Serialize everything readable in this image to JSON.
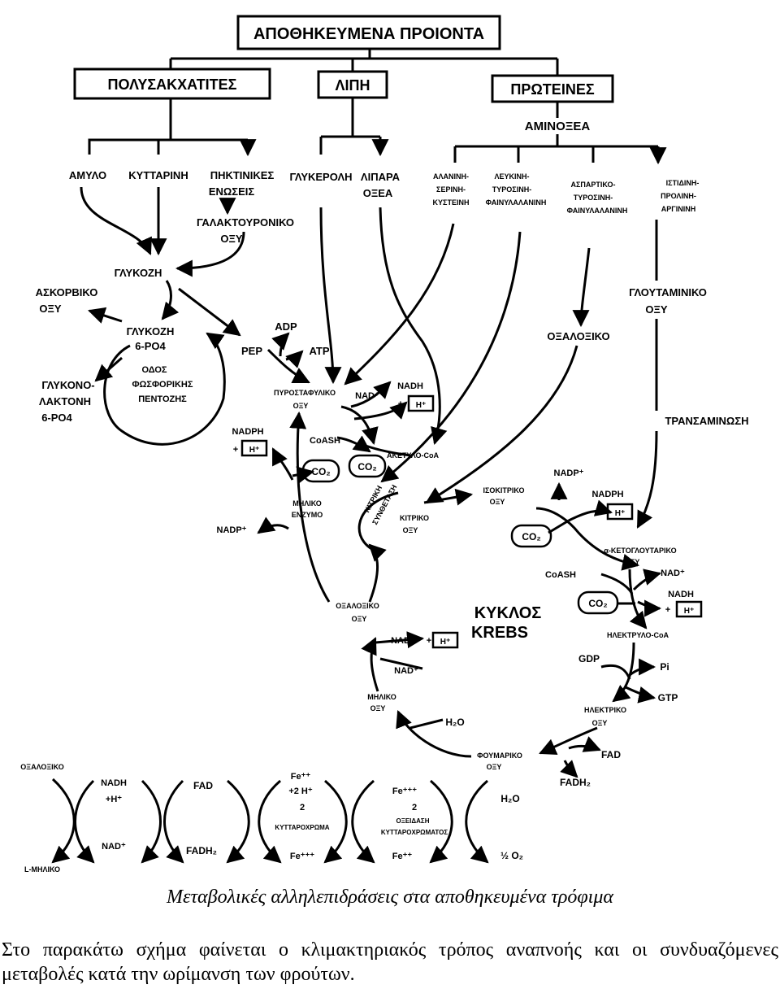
{
  "diagram": {
    "top": "ΑΠΟΘΗΚΕΥΜΕΝΑ ΠΡΟΙΟΝΤΑ",
    "groups": {
      "polysaccharides": "ΠΟΛΥΣΑΚΧΑΤΙΤΕΣ",
      "lipids": "ΛΙΠΗ",
      "proteins": "ΠΡΩΤΕΙΝΕΣ"
    },
    "aminoacids": "ΑΜΙΝΟΞΕΑ",
    "amylo": "ΑΜΥΛΟ",
    "cellulose": "ΚΥΤΤΑΡΙΝΗ",
    "pectin": [
      "ΠΗΚΤΙΝΙΚΕΣ",
      "ΕΝΩΣΕΙΣ"
    ],
    "galacturonic": [
      "ΓΑΛΑΚΤΟΥΡΟΝΙΚΟ",
      "ΟΞΥ"
    ],
    "glycerol": "ΓΛΥΚΕΡΟΛΗ",
    "fatty_acids": [
      "ΛΙΠΑΡΑ",
      "ΟΞΕΑ"
    ],
    "aa1": [
      "ΑΛΑΝΙΝΗ-",
      "ΣΕΡΙΝΗ-",
      "ΚΥΣΤΕΙΝΗ"
    ],
    "aa2": [
      "ΛΕΥΚΙΝΗ-",
      "ΤΥΡΟΣΙΝΗ-",
      "ΦΑΙΝΥΛΑΛΑΝΙΝΗ"
    ],
    "aa3": [
      "ΑΣΠΑΡΤΙΚΟ-",
      "ΤΥΡΟΣΙΝΗ-",
      "ΦΑΙΝΥΛΑΛΑΝΙΝΗ"
    ],
    "aa4": [
      "ΙΣΤΙΔΙΝΗ-",
      "ΠΡΟΛΙΝΗ-",
      "ΑΡΓΙΝΙΝΗ"
    ],
    "glucose": "ΓΛΥΚΟΖΗ",
    "ascorbic": [
      "ΑΣΚΟΡΒΙΚΟ",
      "ΟΞΥ"
    ],
    "glucose6p": [
      "ΓΛΥΚΟΖΗ",
      "6-ΡΟ4"
    ],
    "gluconolactone": [
      "ΓΛΥΚΟΝΟ-",
      "ΛΑΚΤΟΝΗ",
      "6-ΡΟ4"
    ],
    "pentose": [
      "ΟΔΟΣ",
      "ΦΩΣΦΟΡΙΚΗΣ",
      "ΠΕΝΤΟΖΗΣ"
    ],
    "pep": "PEP",
    "adp": "ADP",
    "atp": "ATP",
    "glutamic": [
      "ΓΛΟΥΤΑΜΙΝΙΚΟ",
      "ΟΞΥ"
    ],
    "oxaloacetic_top": "ΟΞΑΛΟΞΙΚΟ",
    "transamination": "ΤΡΑΝΣΑΜΙΝΩΣΗ",
    "pyruvic": [
      "ΠΥΡΟΣΤΑΦΥΛΙΚΟ",
      "ΟΞΥ"
    ],
    "nad_plus": "NAD⁺",
    "nadh": "NADH",
    "h_plus": "H⁺",
    "plus": "+",
    "coash": "CoASH",
    "co2": "CO₂",
    "acetyl_coa": "ΑΚΕΤΥΛΟ-CoA",
    "nadph": "NADPH",
    "nadp_plus": "NADP⁺",
    "malic_enzyme": [
      "ΜΗΛΙΚΟ",
      "ΕΝΖΥΜΟ"
    ],
    "citrate_synthase": [
      "ΚΙΤΡΙΚΗ",
      "ΣΥΝΘΕΤΑΣΗ"
    ],
    "citric": [
      "ΚΙΤΡΙΚΟ",
      "ΟΞΥ"
    ],
    "isocitric": [
      "ΙΣΟΚΙΤΡΙΚΟ",
      "ΟΞΥ"
    ],
    "ketoglutaric": [
      "α-ΚΕΤΟΓΛΟΥΤΑΡΙΚΟ",
      "ΟΞΥ"
    ],
    "oxaloacetic": [
      "ΟΞΑΛΟΞΙΚΟ",
      "ΟΞΥ"
    ],
    "krebs": [
      "ΚΥΚΛΟΣ",
      "KREBS"
    ],
    "malic": [
      "ΜΗΛΙΚΟ",
      "ΟΞΥ"
    ],
    "succinyl_coa": "ΗΛΕΚΤΡΥΛΟ-CoA",
    "gdp": "GDP",
    "pi": "Pi",
    "gtp": "GTP",
    "succinic": [
      "ΗΛΕΚΤΡΙΚΟ",
      "ΟΞΥ"
    ],
    "fad": "FAD",
    "fadh2": "FADH₂",
    "h2o": "H₂O",
    "fumaric": [
      "ΦΟΥΜΑΡΙΚΟ",
      "ΟΞΥ"
    ],
    "bottom": {
      "oxaloacetic": "ΟΞΑΛΟΞΙΚΟ",
      "malic": "L-ΜΗΛΙΚΟ",
      "nadh_h": [
        "NADH",
        "+H⁺"
      ],
      "nad": "NAD⁺",
      "fad": "FAD",
      "fadh2": "FADH₂",
      "fe3_top": "Fe⁺⁺⁺",
      "fe2_top": "Fe⁺⁺",
      "two_h": "+2 H⁺",
      "two": "2",
      "cytochrome": "ΚΥΤΤΑΡΟΧΡΩΜΑ",
      "cytochrome_oxidase": [
        "ΟΞΕΙΔΑΣΗ",
        "ΚΥΤΤΑΡΟΧΡΩΜΑΤΟΣ"
      ],
      "fe3_bottom": "Fe⁺⁺⁺",
      "fe2_bottom": "Fe⁺⁺",
      "h2o": "H₂O",
      "half_o2": "½ O₂"
    }
  },
  "caption": "Μεταβολικές αλληλεπιδράσεις στα αποθηκευμένα τρόφιμα",
  "paragraph": "Στο παρακάτω σχήμα φαίνεται ο κλιμακτηριακός τρόπος αναπνοής και οι συνδυαζόμενες μεταβολές κατά την ωρίμανση των φρούτων."
}
